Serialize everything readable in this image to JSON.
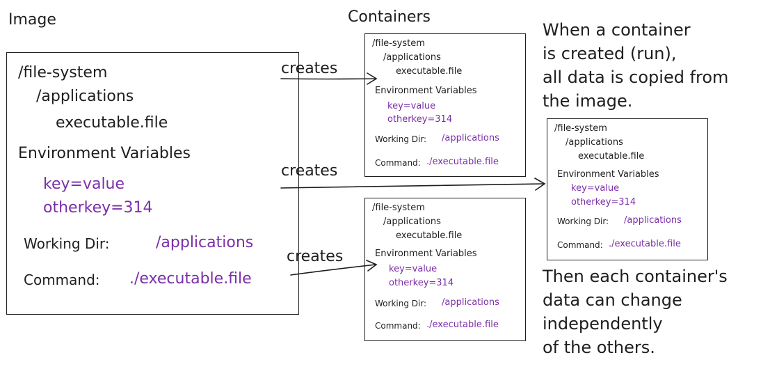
{
  "labels": {
    "image": "Image",
    "containers": "Containers",
    "creates": "creates"
  },
  "box": {
    "fs": "/file-system",
    "apps": "/applications",
    "exe": "executable.file",
    "env_title": "Environment Variables",
    "env1": "key=value",
    "env2": "otherkey=314",
    "wd_label": "Working Dir:",
    "wd_value": "/applications",
    "cmd_label": "Command:",
    "cmd_value": "./executable.file"
  },
  "notes": {
    "top": [
      "When a container",
      "is created (run),",
      "all data is copied from",
      "the image."
    ],
    "bottom": [
      "Then each container's",
      "data can change",
      "independently",
      "of the others."
    ]
  },
  "colors": {
    "value": "#7b2ea8",
    "stroke": "#1e1e1e"
  }
}
